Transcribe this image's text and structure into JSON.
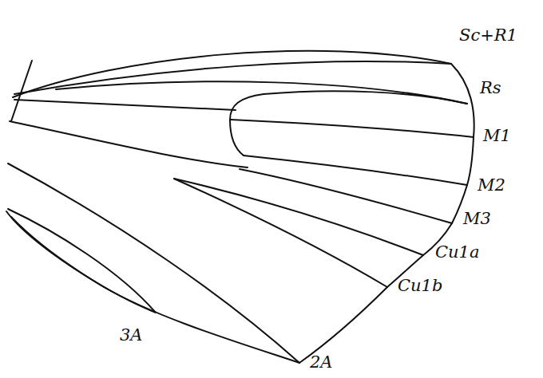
{
  "diagram": {
    "labels": [
      "Sc+R1",
      "Rs",
      "M1",
      "M2",
      "M3",
      "Cu1a",
      "Cu1b",
      "3A",
      "2A"
    ]
  }
}
